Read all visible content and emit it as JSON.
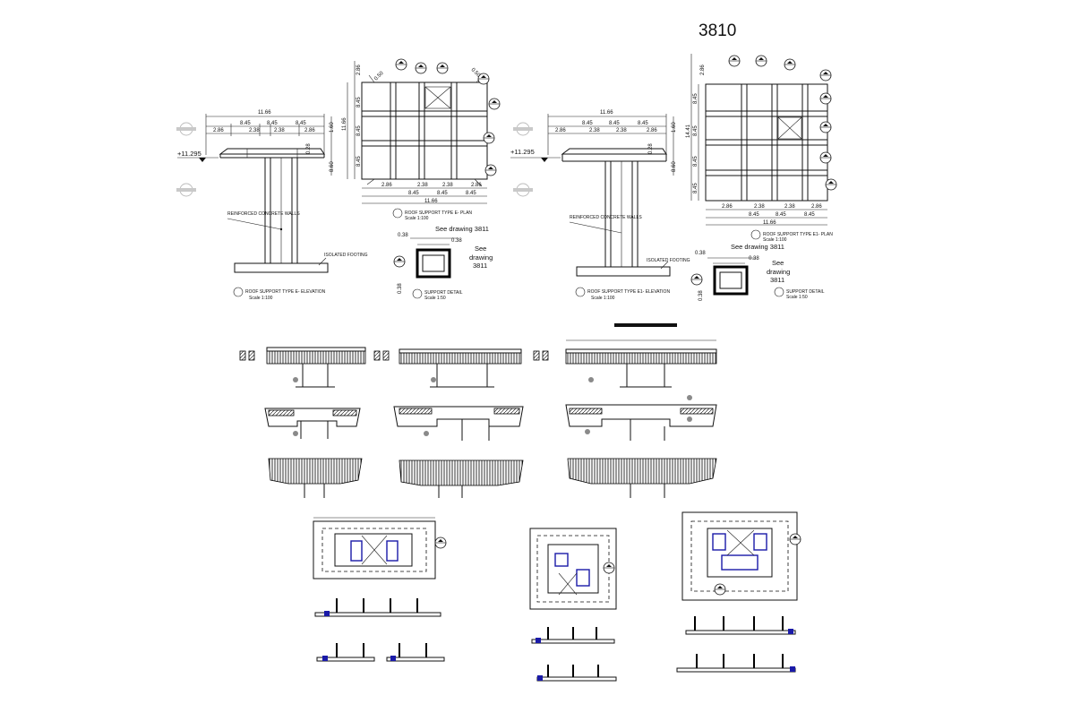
{
  "drawing_number": "3810",
  "elevation_level": "+11.295",
  "dims": {
    "total": "11.66",
    "bay_845": "8.45",
    "edge_286": "2.86",
    "bay_238": "2.38",
    "small_028": "0.28",
    "diag_050": "0.50",
    "height_160": "1.60",
    "height_860": "8.60",
    "plan_1166": "11.66",
    "plan_b_1441": "14.41",
    "detail_038": "0.38"
  },
  "labels": {
    "walls": "REINFORCED CONCRETE WALLS",
    "footing": "ISOLATED FOOTING",
    "see_drawing": "See drawing 3811",
    "see": "See",
    "drawing": "drawing",
    "ref_3811": "3811",
    "scale": "Scale 1:100",
    "scale_b": "Scale 1:50"
  },
  "titles": {
    "elev_a": "ROOF SUPPORT TYPE E- ELEVATION",
    "plan_a": "ROOF SUPPORT TYPE E- PLAN",
    "detail_a": "SUPPORT DETAIL",
    "elev_b": "ROOF SUPPORT TYPE E1- ELEVATION",
    "plan_b": "ROOF SUPPORT TYPE E1- PLAN",
    "detail_b": "SUPPORT DETAIL"
  }
}
